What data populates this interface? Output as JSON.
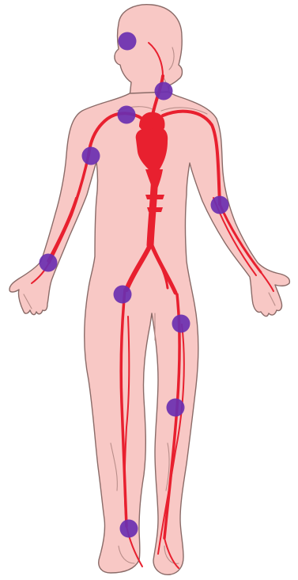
{
  "colors": {
    "skin": "#f8c8c5",
    "outline": "#8a6b68",
    "artery": "#e8202f",
    "pulse_point": "#6a2fb0",
    "background": "#ffffff"
  },
  "pulse_points": [
    {
      "name": "temporal-pulse"
    },
    {
      "name": "carotid-pulse"
    },
    {
      "name": "apical-subclavian-pulse"
    },
    {
      "name": "brachial-pulse-right"
    },
    {
      "name": "brachial-pulse-left"
    },
    {
      "name": "radial-pulse"
    },
    {
      "name": "femoral-pulse"
    },
    {
      "name": "femoral-thigh-pulse"
    },
    {
      "name": "popliteal-pulse"
    },
    {
      "name": "dorsalis-pedis-pulse"
    }
  ]
}
